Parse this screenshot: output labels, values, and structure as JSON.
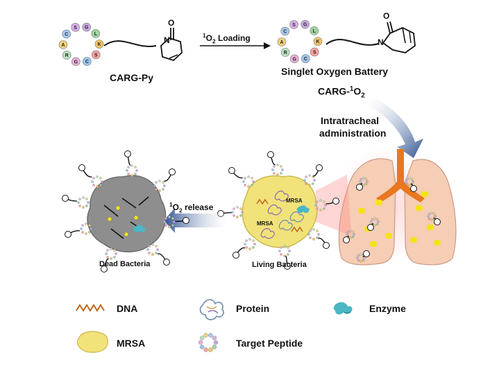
{
  "top": {
    "carg_py_label": "CARG-Py",
    "loading_label": "O",
    "loading_prefix": "1",
    "loading_sub": "2",
    "loading_suffix": " Loading",
    "battery_label": "Singlet Oxygen Battery",
    "peptide_letters": [
      "G",
      "L",
      "K",
      "S",
      "C",
      "G",
      "R",
      "A",
      "C",
      "S"
    ],
    "ring_atom_o": "O",
    "ring_atom_n": "N"
  },
  "middle": {
    "carg_o2_main": "CARG-",
    "carg_o2_sup": "1",
    "carg_o2_o": "O",
    "carg_o2_sub": "2",
    "admin_line1": "Intratracheal",
    "admin_line2": "administration",
    "release_sup": "1",
    "release_o": "O",
    "release_sub": "2",
    "release_suffix": " release",
    "dead_label": "Dead Bacteria",
    "living_label": "Living Bacteria",
    "mrsa_small": "MRSA",
    "mrsa_small2": "MRSA"
  },
  "legend": {
    "dna": "DNA",
    "protein": "Protein",
    "enzyme": "Enzyme",
    "mrsa": "MRSA",
    "target_peptide": "Target Peptide"
  },
  "colors": {
    "arrow_blue": "#2c4f8f",
    "lung": "#f6cdb5",
    "trachea": "#e8771f",
    "bacteria_living": "#f1e27a",
    "bacteria_dead": "#8e8e8e",
    "dot_yellow": "#f4e316"
  }
}
